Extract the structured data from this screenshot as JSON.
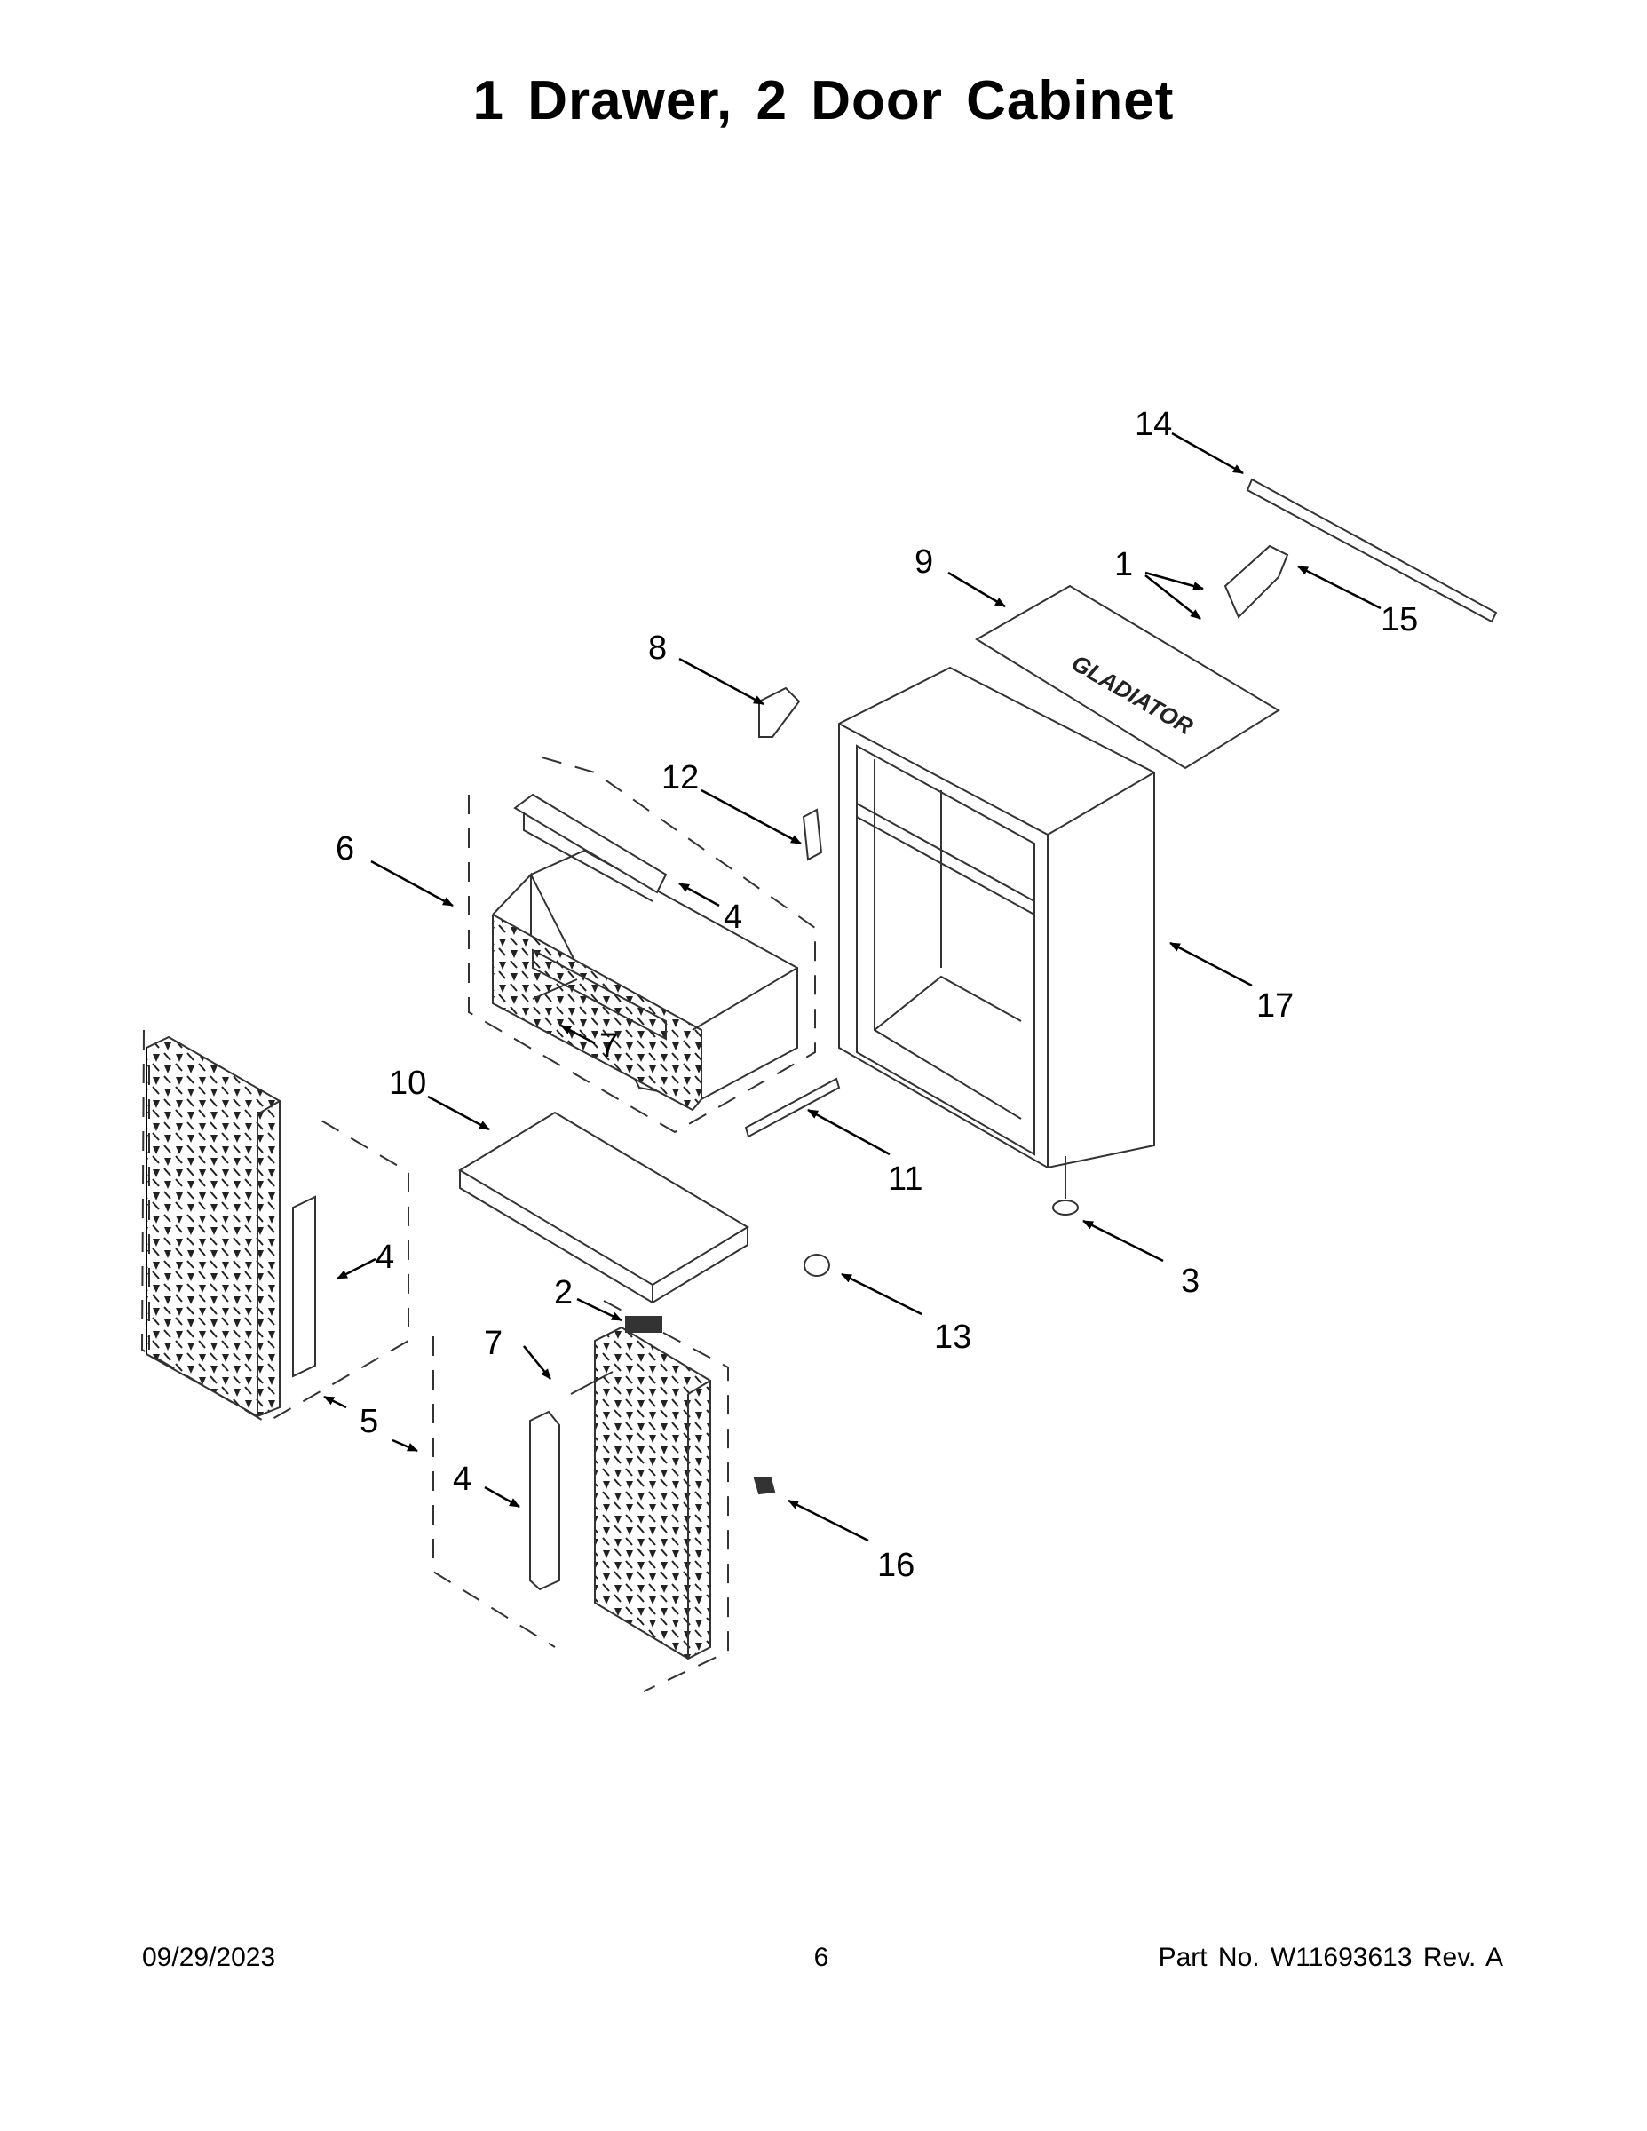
{
  "page": {
    "title": "1 Drawer, 2 Door Cabinet"
  },
  "diagram": {
    "brand_text": "GLADIATOR",
    "callouts": [
      {
        "id": "c14",
        "label": "14"
      },
      {
        "id": "c9",
        "label": "9"
      },
      {
        "id": "c1",
        "label": "1"
      },
      {
        "id": "c15",
        "label": "15"
      },
      {
        "id": "c8",
        "label": "8"
      },
      {
        "id": "c12",
        "label": "12"
      },
      {
        "id": "c6",
        "label": "6"
      },
      {
        "id": "c4a",
        "label": "4"
      },
      {
        "id": "c17",
        "label": "17"
      },
      {
        "id": "c7a",
        "label": "7"
      },
      {
        "id": "c10",
        "label": "10"
      },
      {
        "id": "c11",
        "label": "11"
      },
      {
        "id": "c4b",
        "label": "4"
      },
      {
        "id": "c3",
        "label": "3"
      },
      {
        "id": "c2",
        "label": "2"
      },
      {
        "id": "c13",
        "label": "13"
      },
      {
        "id": "c7b",
        "label": "7"
      },
      {
        "id": "c5",
        "label": "5"
      },
      {
        "id": "c4c",
        "label": "4"
      },
      {
        "id": "c16",
        "label": "16"
      }
    ]
  },
  "footer": {
    "date": "09/29/2023",
    "page_number": "6",
    "part_number": "Part No.  W11693613  Rev.  A"
  }
}
